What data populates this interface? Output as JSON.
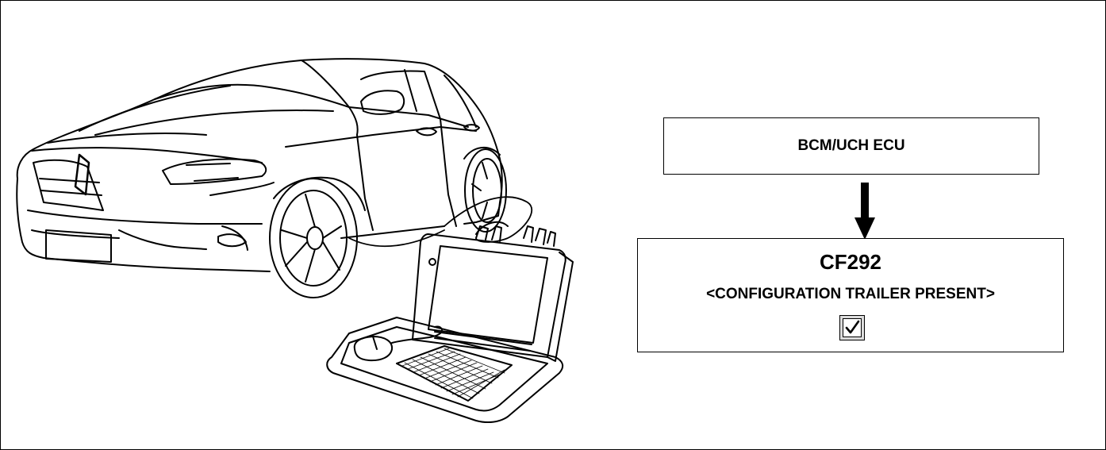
{
  "diagram": {
    "ecu_box": {
      "label": "BCM/UCH ECU"
    },
    "config_box": {
      "code": "CF292",
      "name": "<CONFIGURATION TRAILER PRESENT>",
      "checked": true
    },
    "illustration": {
      "car": "car-hatchback-illustration",
      "tool": "diagnostic-tool-illustration"
    }
  }
}
